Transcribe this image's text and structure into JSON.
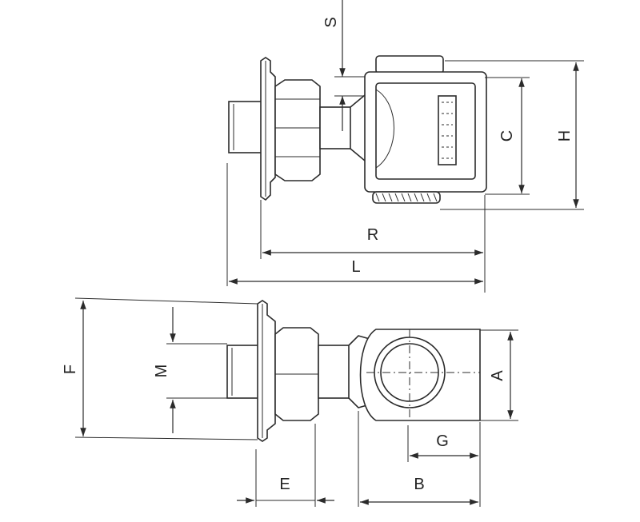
{
  "labels": {
    "S": "S",
    "C": "C",
    "H": "H",
    "R": "R",
    "L": "L",
    "F": "F",
    "M": "M",
    "A": "A",
    "G": "G",
    "E": "E",
    "B": "B"
  }
}
